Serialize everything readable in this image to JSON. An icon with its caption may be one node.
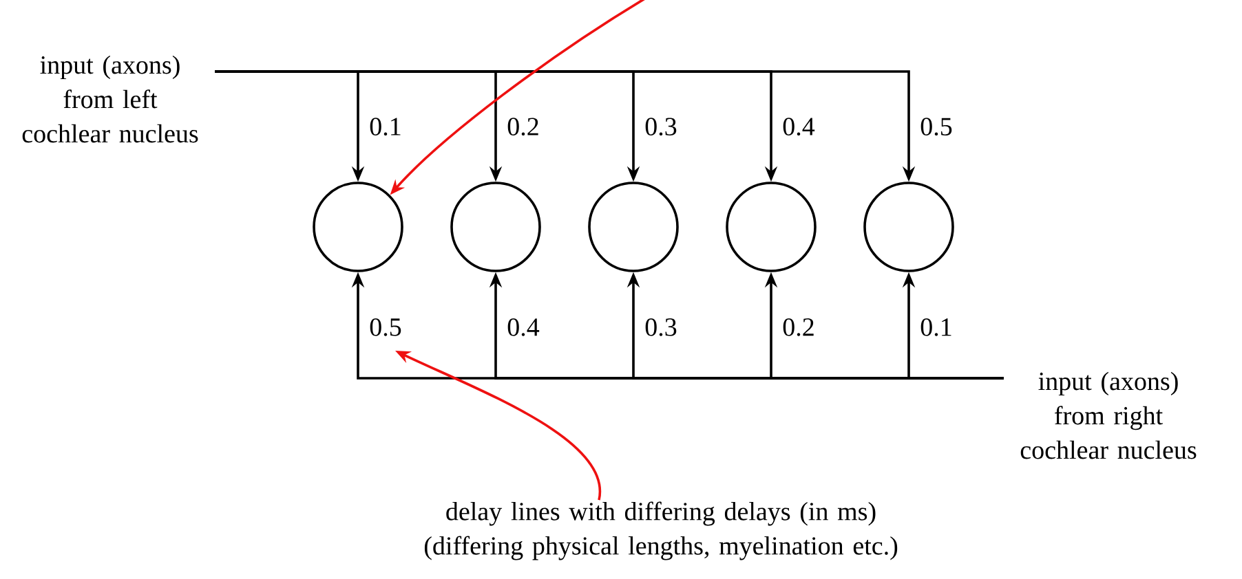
{
  "diagram": {
    "nodes": [
      {
        "text": [
          "input (axons) from left cochlear nucleus"
        ]
      },
      {
        "text": [
          "input (axons) from right cochlear nucleus"
        ]
      },
      {
        "text": [],
        "shape": "circle"
      },
      {
        "text": [],
        "shape": "circle"
      },
      {
        "text": [],
        "shape": "circle"
      },
      {
        "text": [],
        "shape": "circle"
      },
      {
        "text": [],
        "shape": "circle"
      },
      {
        "text": [
          "delay lines with differing delays (in ms)",
          "(differing physical lengths, myelination etc.)"
        ]
      }
    ],
    "edges": [
      {
        "from": 0,
        "to": 2,
        "arrow": "to",
        "label": "0.1"
      },
      {
        "from": 0,
        "to": 3,
        "arrow": "to",
        "label": "0.2"
      },
      {
        "from": 0,
        "to": 4,
        "arrow": "to",
        "label": "0.3"
      },
      {
        "from": 0,
        "to": 5,
        "arrow": "to",
        "label": "0.4"
      },
      {
        "from": 0,
        "to": 6,
        "arrow": "to",
        "label": "0.5"
      },
      {
        "from": 1,
        "to": 2,
        "arrow": "to",
        "label": "0.5"
      },
      {
        "from": 1,
        "to": 3,
        "arrow": "to",
        "label": "0.4"
      },
      {
        "from": 1,
        "to": 4,
        "arrow": "to",
        "label": "0.3"
      },
      {
        "from": 1,
        "to": 5,
        "arrow": "to",
        "label": "0.2"
      },
      {
        "from": 1,
        "to": 6,
        "arrow": "to",
        "label": "0.1"
      },
      {
        "from": null,
        "to": 2,
        "arrow": "to",
        "color": "#ee1111"
      },
      {
        "from": 7,
        "to": null,
        "arrow": "to",
        "color": "#ee1111"
      }
    ]
  }
}
